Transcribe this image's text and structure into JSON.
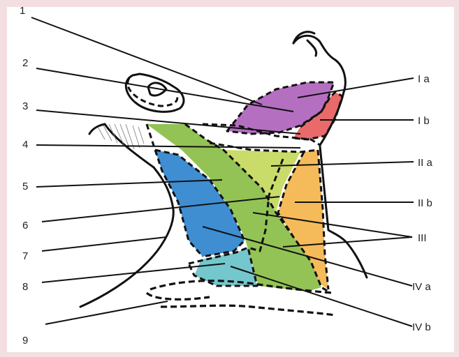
{
  "labels_left": [
    "1",
    "2",
    "3",
    "4",
    "5",
    "6",
    "7",
    "8",
    "9"
  ],
  "labels_right": [
    "I a",
    "I b",
    "II a",
    "II b",
    "III",
    "IV a",
    "IV b"
  ],
  "colors": {
    "level_Ia": "#b56fc1",
    "level_Ib": "#e86a6a",
    "level_IIa": "#c9dc6a",
    "level_IIb": "#f5bb5b",
    "level_III": "#93c354",
    "level_IVa": "#3f8ed2",
    "level_IVb": "#73c7cd"
  }
}
